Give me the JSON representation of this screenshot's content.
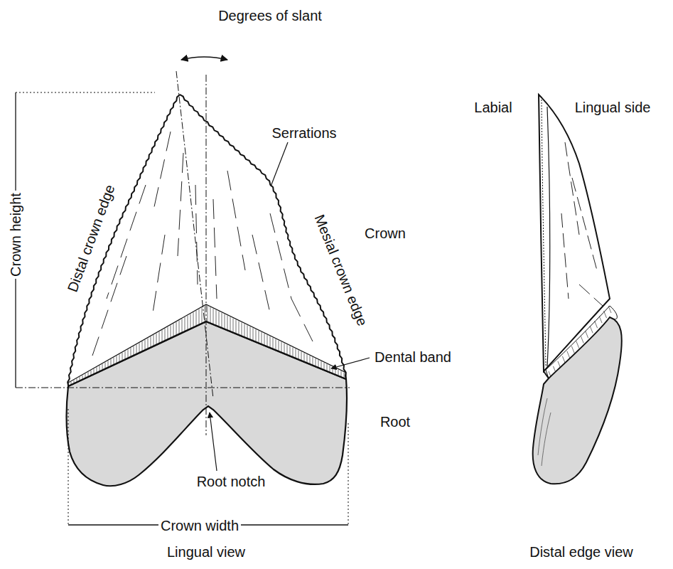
{
  "diagram": {
    "labels": [
      "Degrees of slant",
      "Crown height",
      "Distal crown edge",
      "Serrations",
      "Mesial crown edge",
      "Crown",
      "Dental band",
      "Root",
      "Root notch",
      "Crown width",
      "Lingual view",
      "Labial",
      "Lingual side",
      "Distal edge view"
    ]
  }
}
